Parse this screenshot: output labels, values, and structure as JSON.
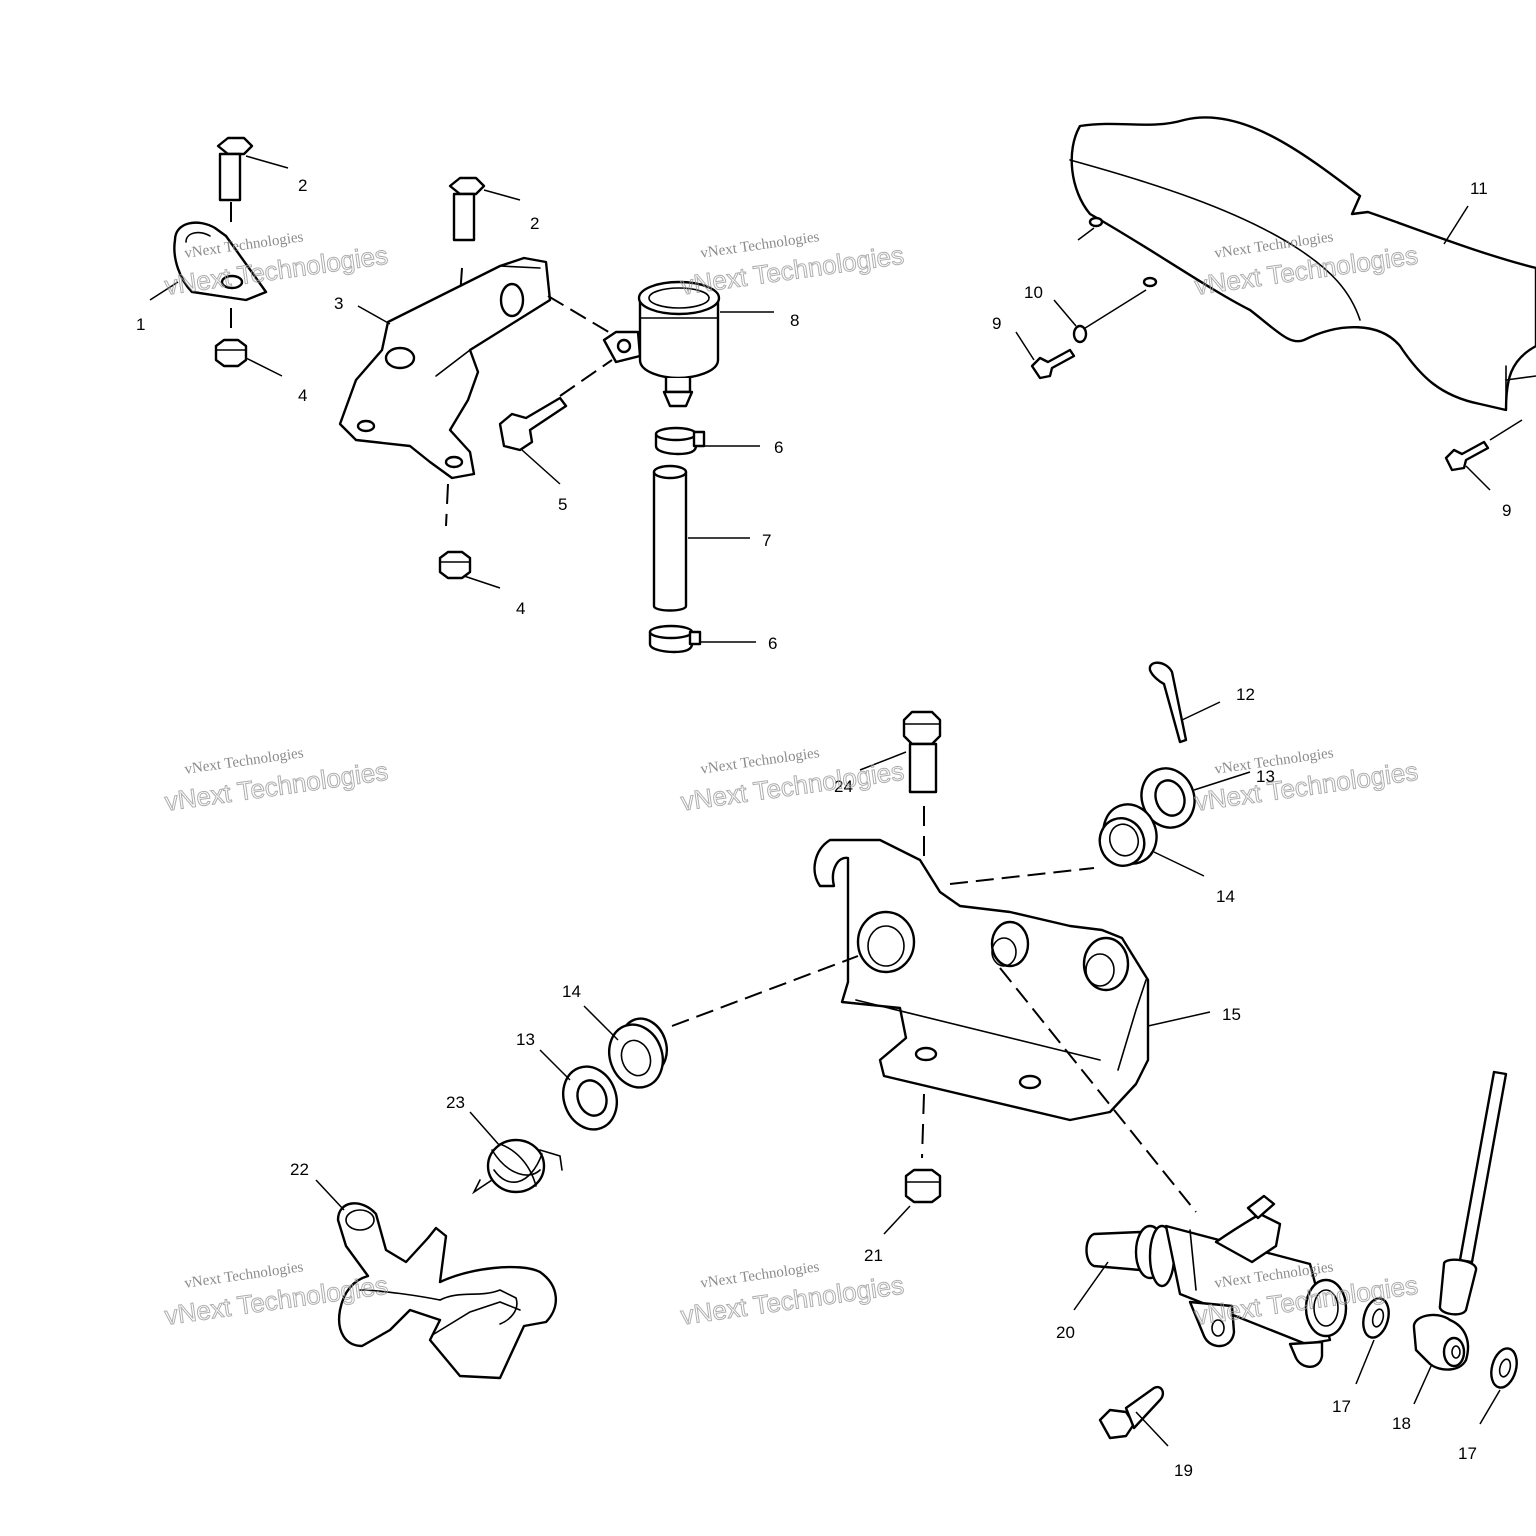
{
  "callouts": {
    "c1": "1",
    "c2a": "2",
    "c2b": "2",
    "c3": "3",
    "c4a": "4",
    "c4b": "4",
    "c5": "5",
    "c6a": "6",
    "c6b": "6",
    "c7": "7",
    "c8": "8",
    "c9a": "9",
    "c9b": "9",
    "c10": "10",
    "c11": "11",
    "c12": "12",
    "c13a": "13",
    "c13b": "13",
    "c14a": "14",
    "c14b": "14",
    "c15": "15",
    "c17a": "17",
    "c17b": "17",
    "c18": "18",
    "c19": "19",
    "c20": "20",
    "c21": "21",
    "c22": "22",
    "c23": "23",
    "c24": "24"
  },
  "watermark": {
    "small": "vNext Technologies",
    "large": "vNext Technologies"
  },
  "colors": {
    "line": "#000000",
    "background": "#ffffff",
    "watermark": "#9a9a9a"
  }
}
